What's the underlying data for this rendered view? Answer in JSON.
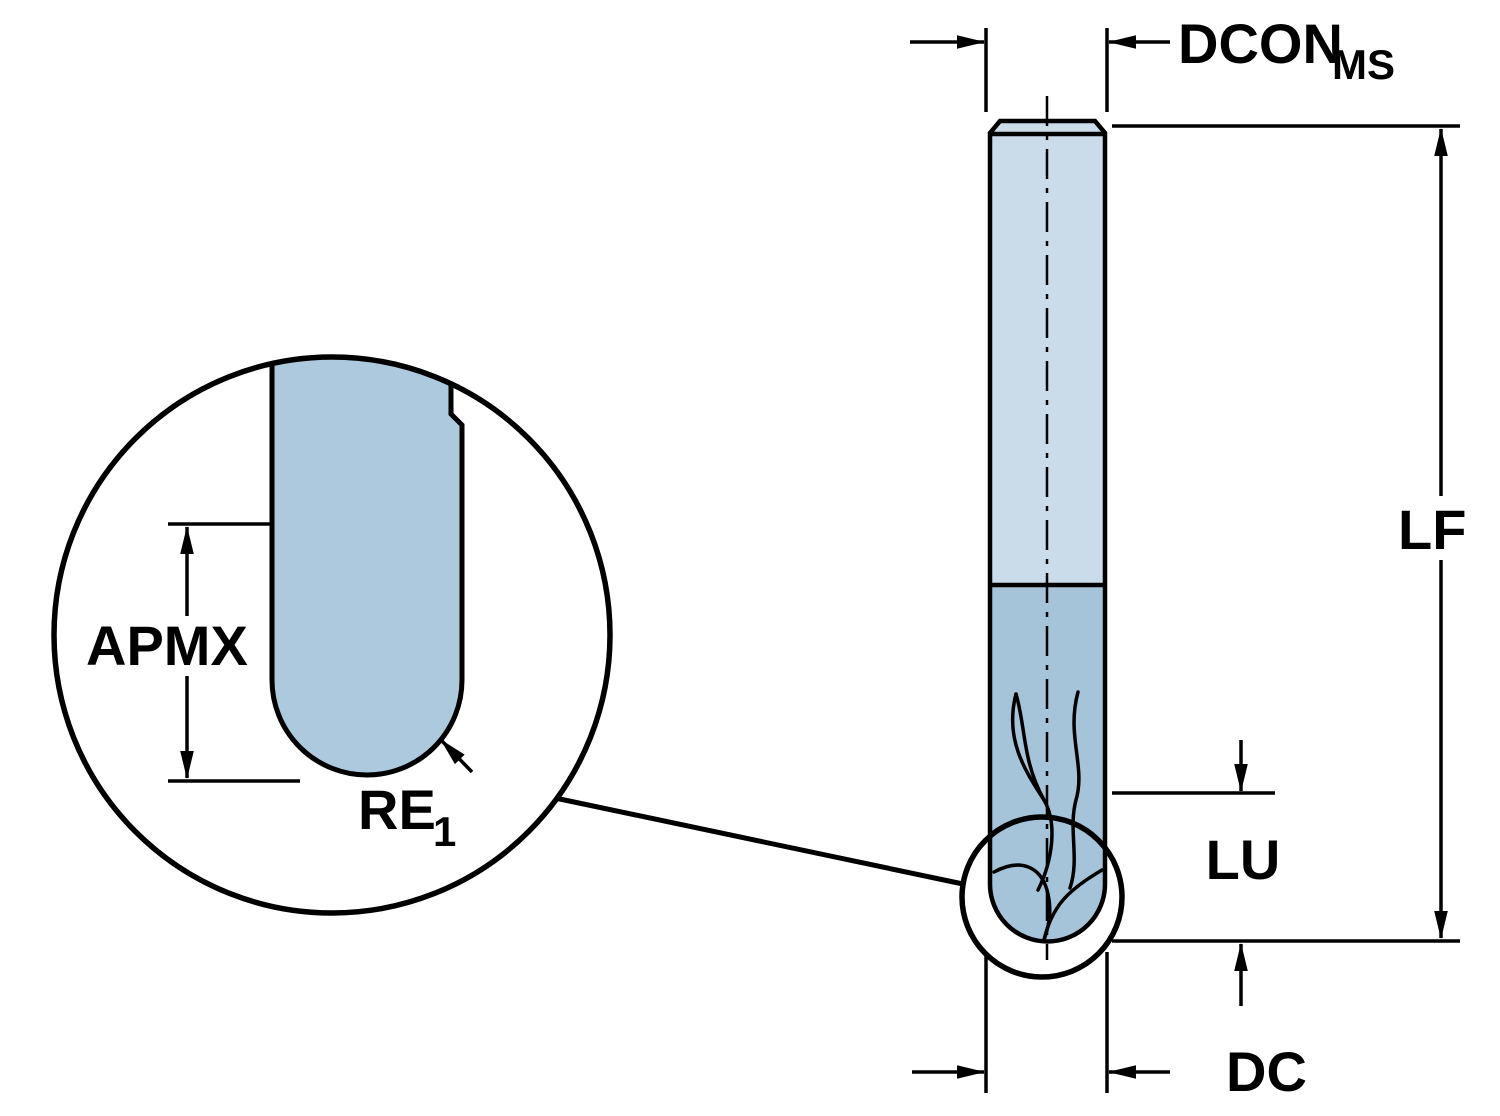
{
  "diagram": {
    "labels": {
      "dcon": {
        "main": "DCON",
        "sub": "MS"
      },
      "lf": "LF",
      "lu": "LU",
      "dc": "DC",
      "apmx": "APMX",
      "re": {
        "main": "RE",
        "sub": "1"
      }
    },
    "colors": {
      "background": "#ffffff",
      "line": "#000000",
      "shank_fill": "#cadcea",
      "flute_fill": "#a5c3d9",
      "detail_fill": "#adc9dd"
    }
  }
}
